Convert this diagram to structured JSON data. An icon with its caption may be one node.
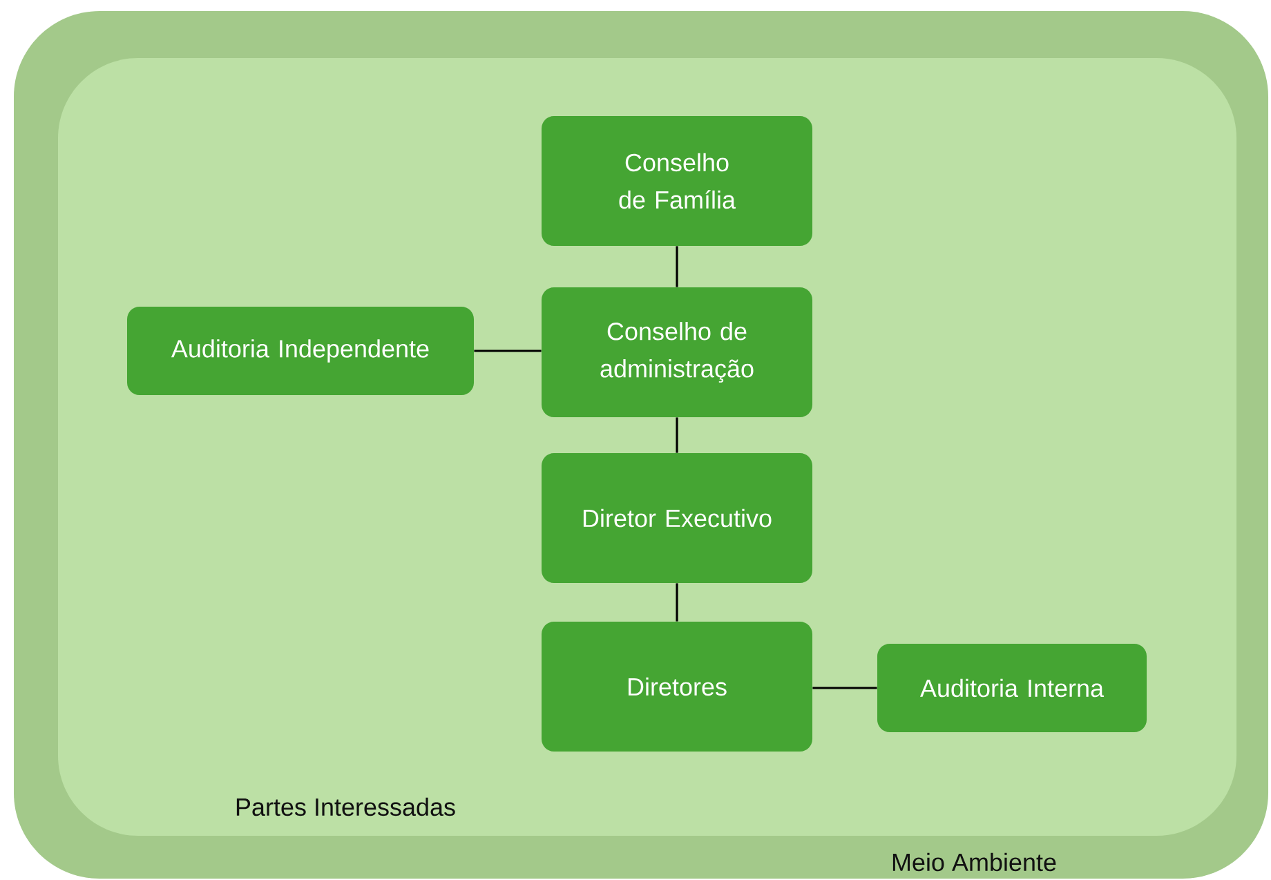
{
  "diagram": {
    "nodes": [
      {
        "text": [
          "Meio Ambiente"
        ]
      },
      {
        "text": [
          "Partes Interessadas"
        ],
        "in": 0
      },
      {
        "text": [
          "Conselho de Família"
        ],
        "in": 1
      },
      {
        "text": [
          "Auditoria Independente"
        ],
        "in": 1
      },
      {
        "text": [
          "Conselho de administração"
        ],
        "in": 1
      },
      {
        "text": [
          "Diretor Executivo"
        ],
        "in": 1
      },
      {
        "text": [
          "Diretores"
        ],
        "in": 1
      },
      {
        "text": [
          "Auditoria Interna"
        ],
        "in": 1
      }
    ],
    "edges": [
      {
        "from": 2,
        "to": 4,
        "arrow": "none"
      },
      {
        "from": 3,
        "to": 4,
        "arrow": "none"
      },
      {
        "from": 4,
        "to": 5,
        "arrow": "none"
      },
      {
        "from": 5,
        "to": 6,
        "arrow": "none"
      },
      {
        "from": 6,
        "to": 7,
        "arrow": "none"
      }
    ]
  }
}
